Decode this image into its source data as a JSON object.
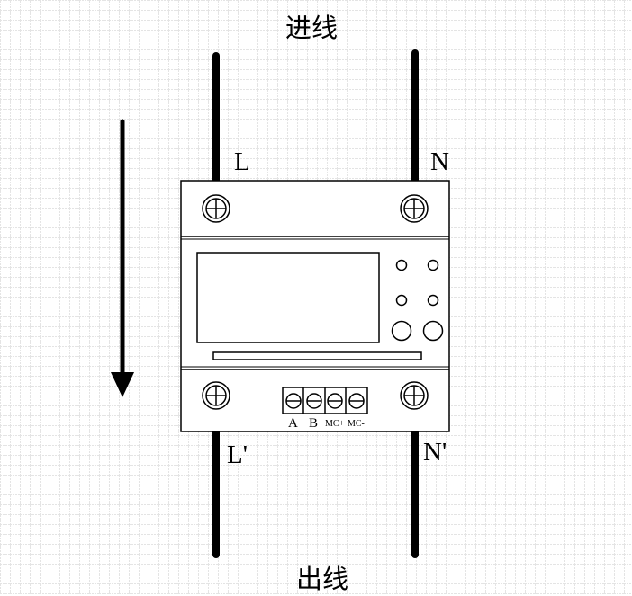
{
  "labels": {
    "incoming": "进线",
    "outgoing": "出线",
    "L_in": "L",
    "N_in": "N",
    "L_out": "L'",
    "N_out": "N'"
  },
  "comm_terminals": [
    "A",
    "B",
    "MC+",
    "MC-"
  ],
  "colors": {
    "grid": "#c8c8c8",
    "line": "#000000",
    "background": "#ffffff"
  }
}
